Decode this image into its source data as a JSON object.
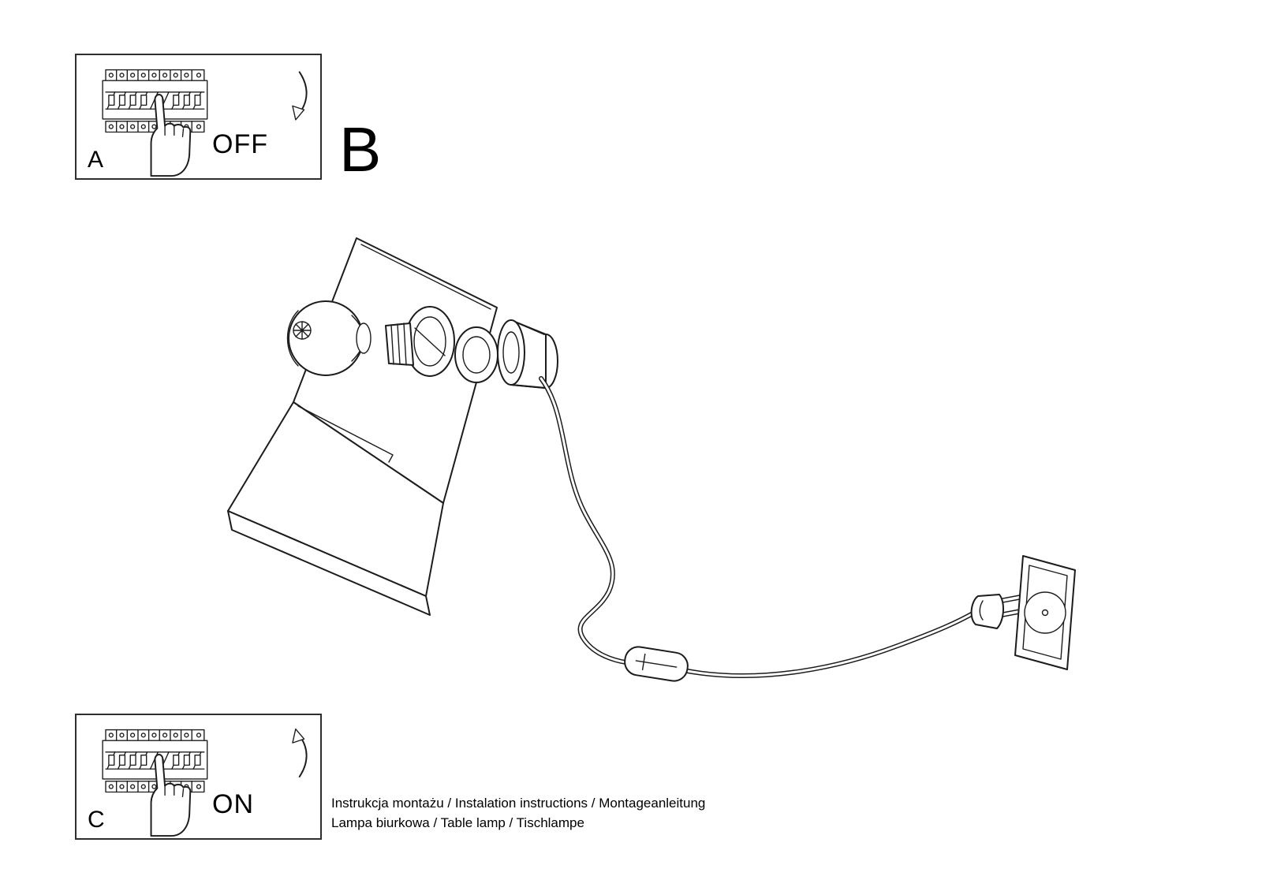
{
  "colors": {
    "background": "#ffffff",
    "line": "#1c1c1c",
    "text": "#000000"
  },
  "step_a": {
    "letter": "A",
    "state": "OFF"
  },
  "section_b": {
    "letter": "B"
  },
  "step_c": {
    "letter": "C",
    "state": "ON"
  },
  "footer": {
    "line1": "Instrukcja montażu / Instalation instructions / Montageanleitung",
    "line2": "Lampa biurkowa / Table lamp / Tischlampe"
  },
  "icons": {
    "breaker_panel": "circuit-breaker-panel",
    "pointing_hand": "pointing-hand",
    "arrow_off": "curved-arrow-down",
    "arrow_on": "curved-arrow-up",
    "lamp": "table-lamp-exploded-view",
    "outlet": "wall-outlet",
    "plug": "power-plug",
    "switch": "inline-cord-switch"
  }
}
